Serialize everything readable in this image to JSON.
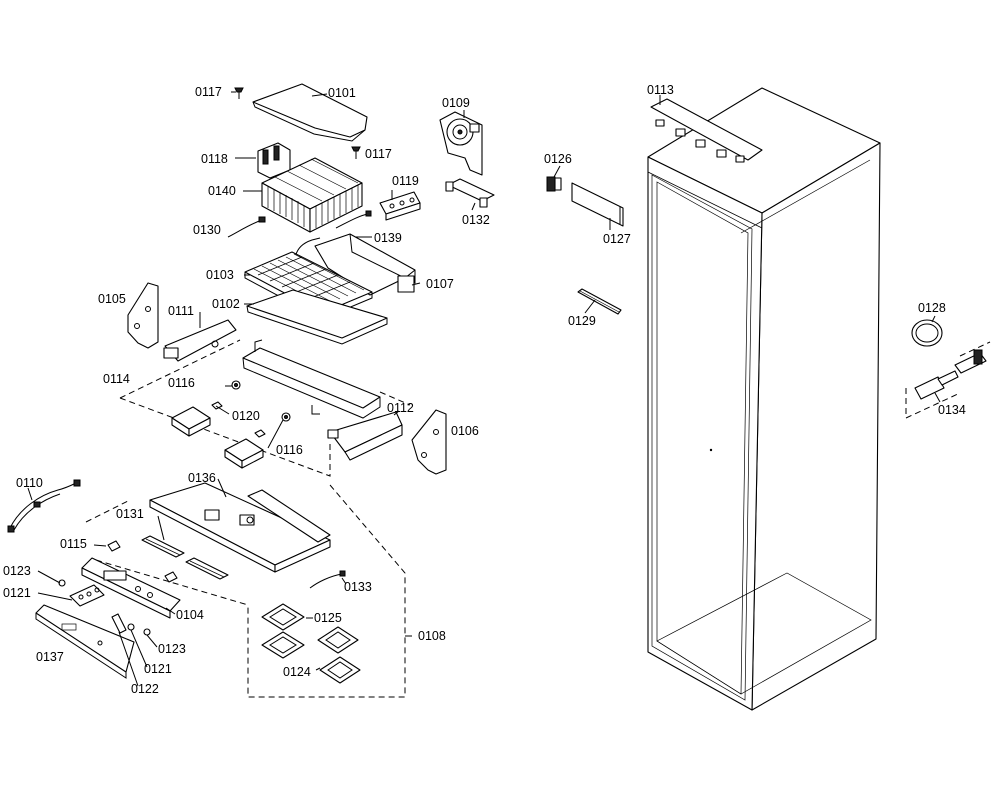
{
  "labels": {
    "p0101": "0101",
    "p0102": "0102",
    "p0103": "0103",
    "p0104": "0104",
    "p0105": "0105",
    "p0106": "0106",
    "p0107": "0107",
    "p0108": "0108",
    "p0109": "0109",
    "p0110": "0110",
    "p0111": "0111",
    "p0112": "0112",
    "p0113": "0113",
    "p0114": "0114",
    "p0115": "0115",
    "p0116": "0116",
    "p0117": "0117",
    "p0118": "0118",
    "p0119": "0119",
    "p0120": "0120",
    "p0121": "0121",
    "p0122": "0122",
    "p0123": "0123",
    "p0124": "0124",
    "p0125": "0125",
    "p0126": "0126",
    "p0127": "0127",
    "p0128": "0128",
    "p0129": "0129",
    "p0130": "0130",
    "p0131": "0131",
    "p0132": "0132",
    "p0133": "0133",
    "p0134": "0134",
    "p0136": "0136",
    "p0137": "0137",
    "p0139": "0139",
    "p0140": "0140"
  }
}
